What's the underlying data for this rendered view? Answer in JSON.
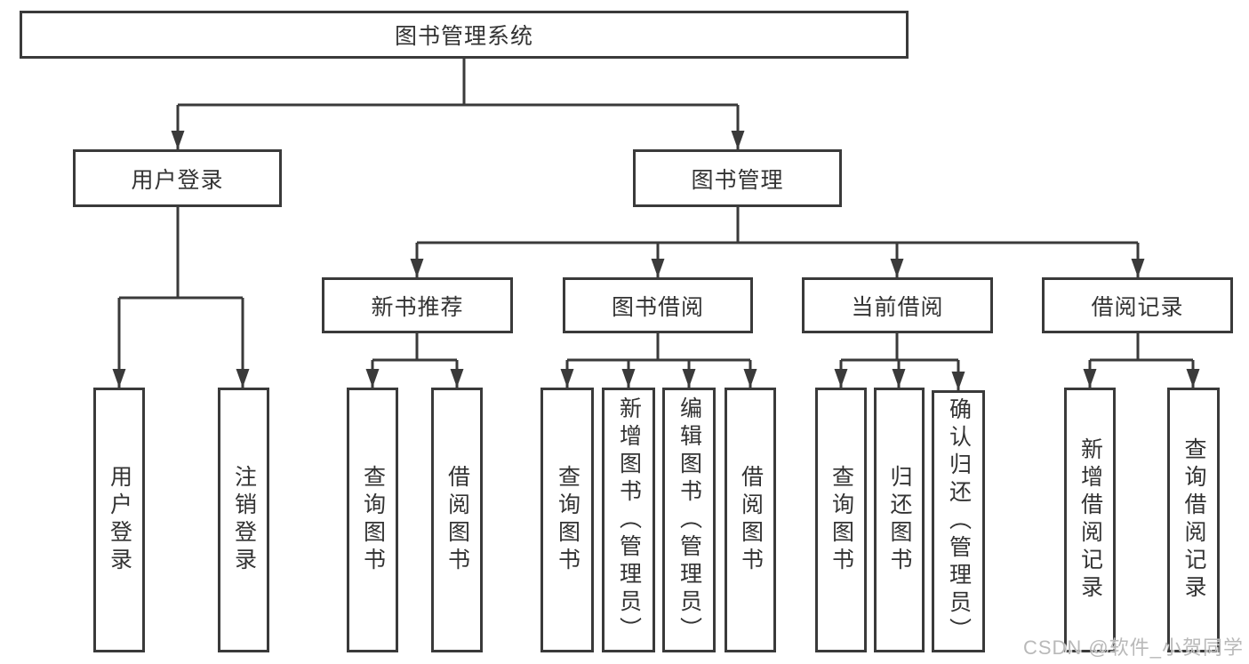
{
  "colors": {
    "line": "#3a3a3a",
    "text": "#333333",
    "background": "#ffffff",
    "watermark": "#b9b9b9"
  },
  "watermark": {
    "text": "CSDN @软件_小贺同学"
  },
  "tree": {
    "root": {
      "label": "图书管理系统"
    },
    "branches": [
      {
        "label": "用户登录",
        "children": [
          {
            "label": "用户登录"
          },
          {
            "label": "注销登录"
          }
        ]
      },
      {
        "label": "图书管理",
        "children": [
          {
            "label": "新书推荐",
            "children": [
              {
                "label": "查询图书"
              },
              {
                "label": "借阅图书"
              }
            ]
          },
          {
            "label": "图书借阅",
            "children": [
              {
                "label": "查询图书"
              },
              {
                "label": "新增图书（管理员）"
              },
              {
                "label": "编辑图书（管理员）"
              },
              {
                "label": "借阅图书"
              }
            ]
          },
          {
            "label": "当前借阅",
            "children": [
              {
                "label": "查询图书"
              },
              {
                "label": "归还图书"
              },
              {
                "label": "确认归还（管理员）"
              }
            ]
          },
          {
            "label": "借阅记录",
            "children": [
              {
                "label": "新增借阅记录"
              },
              {
                "label": "查询借阅记录"
              }
            ]
          }
        ]
      }
    ]
  }
}
